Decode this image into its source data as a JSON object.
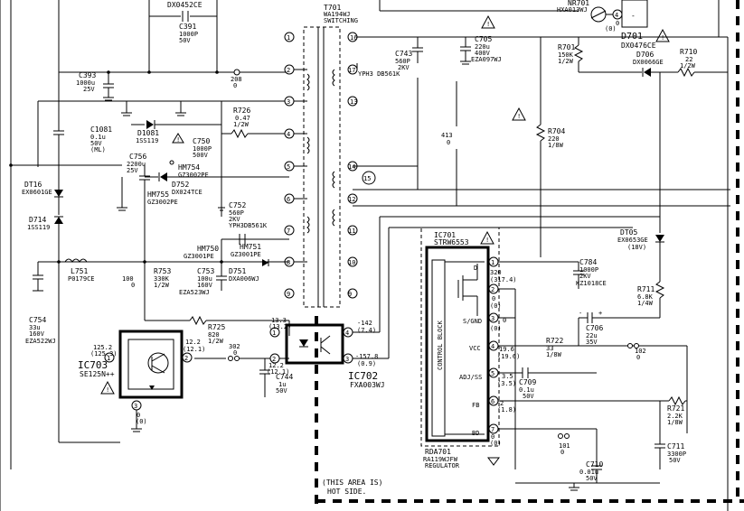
{
  "labels": {
    "dx0452ce": "DX0452CE",
    "c391": "C391",
    "c391_v": "1000P",
    "c391_v2": "50V",
    "t701": "T701",
    "t701_pn": "WA194WJ",
    "t701_fn": "SWITCHING",
    "nr701": "NR701",
    "nr701_pn": "HXA013WJ",
    "c393": "C393",
    "c393_v": "1000u",
    "c393_v2": "25V",
    "r208": "208",
    "r208_v": "0",
    "c1081": "C1081",
    "c1081_v": "0.1u",
    "c1081_v2": "50V",
    "c1081_v3": "(ML)",
    "d1081": "D1081",
    "d1081_pn": "1SS119",
    "r726": "R726",
    "r726_v": "0.47",
    "r726_v2": "1/2W",
    "c750": "C750",
    "c750_v": "1000P",
    "c750_v2": "500V",
    "c756": "C756",
    "c756_v": "2200u",
    "c756_v2": "25V",
    "hm754": "HM754",
    "hm754_pn": "GZ3002PE",
    "d752": "D752",
    "d752_pn": "DX024TCE",
    "hm755": "HM755",
    "hm755_pn": "GZ3002PE",
    "dt16": "DT16",
    "dt16_pn": "EX0601GE",
    "d714": "D714",
    "d714_pn": "1SS119",
    "c752": "C752",
    "c752_v": "560P",
    "c752_v2": "2KV",
    "c752_pn": "YPH3DB561K",
    "hm750": "HM750",
    "hm750_pn": "GZ3001PE",
    "hm751": "HM751",
    "hm751_pn": "GZ3001PE",
    "l751": "L751",
    "l751_pn": "P0179CE",
    "r100": "100",
    "r100_v": "0",
    "r753": "R753",
    "r753_v": "330K",
    "r753_v2": "1/2W",
    "c753": "C753",
    "c753_v": "100u",
    "c753_v2": "160V",
    "c753_pn": "EZA523WJ",
    "d751": "D751",
    "d751_pn": "DXA006WJ",
    "c754": "C754",
    "c754_v": "33u",
    "c754_v2": "160V",
    "c754_pn": "EZA522WJ",
    "r725": "R725",
    "r725_v": "820",
    "r725_v2": "1/2W",
    "r302": "302",
    "r302_v": "0",
    "c744": "C744",
    "c744_v": "1u",
    "c744_v2": "50V",
    "ic703": "IC703",
    "ic703_pn": "SE125N++",
    "ic702": "IC702",
    "ic702_pn": "FXA003WJ",
    "c743": "C743",
    "c743_v": "560P",
    "c743_v2": "2KV",
    "c743_pn": "YPH3 DB561K",
    "c705": "C705",
    "c705_v": "220u",
    "c705_v2": "400V",
    "c705_pn": "EZA097WJ",
    "r701": "R701",
    "r701_v": "150K",
    "r701_v2": "1/2W",
    "r704": "R704",
    "r704_v": "220",
    "r704_v2": "1/8W",
    "r413": "413",
    "r413_v": "0",
    "d701": "D701",
    "d701_pn": "DX0476CE",
    "r710": "R710",
    "r710_v": "22",
    "r710_v2": "1/2W",
    "d706": "D706",
    "d706_pn": "DX0066GE",
    "ic701": "IC701",
    "ic701_pn": "STRW6553",
    "c784": "C784",
    "c784_v": "1000P",
    "c784_v2": "2KV",
    "c784_pn": "KZ1018CE",
    "dt05": "DT05",
    "dt05_pn": "EX0653GE",
    "dt05_v": "(18V)",
    "r711": "R711",
    "r711_v": "6.8K",
    "r711_v2": "1/4W",
    "c706": "C706",
    "c706_v": "22u",
    "c706_v2": "35V",
    "r722": "R722",
    "r722_v": "33",
    "r722_v2": "1/8W",
    "r102": "102",
    "r102_v": "0",
    "c709": "C709",
    "c709_v": "0.1u",
    "c709_v2": "50V",
    "r721": "R721",
    "r721_v": "2.2K",
    "r721_v2": "1/8W",
    "r101": "101",
    "r101_v": "0",
    "c710": "C710",
    "c710_v": "0.01u",
    "c710_v2": "50V",
    "c711": "C711",
    "c711_v": "3300P",
    "c711_v2": "50V",
    "rda701": "RDA701",
    "rda701_pn": "RA119WJFW",
    "rda701_fn": "REGULATOR",
    "control_block": "CONTROL BLOCK",
    "pin_d": "D",
    "pin_sgnd": "S/GND",
    "pin_vcc": "VCC",
    "pin_adjss": "ADJ/SS",
    "pin_fb": "FB",
    "pin_bd": "BD",
    "hot_side_1": "(THIS AREA IS)",
    "hot_side_2": "HOT SIDE.",
    "minus": "-"
  },
  "voltages": {
    "v_ic701_1a": "320",
    "v_ic701_1b": "(317.4)",
    "v_ic701_2a": "0",
    "v_ic701_2b": "(0)",
    "v_ic701_3a": "0",
    "v_ic701_3b": "(0)",
    "v_ic701_4a": "19.6",
    "v_ic701_4b": "(19.6)",
    "v_ic701_5a": "3.5",
    "v_ic701_5b": "(3.5)",
    "v_ic701_6a": "2",
    "v_ic701_6b": "(1.8)",
    "v_ic701_7a": "0",
    "v_ic701_7b": "(0)",
    "v_ic702_1a": "13.3",
    "v_ic702_1b": "(13.2)",
    "v_ic702_4a": "-142",
    "v_ic702_4b": "(7.4)",
    "v_ic702_3a": "-157.8",
    "v_ic702_3b": "(0.9)",
    "v_ic702_2a": "12.2",
    "v_ic702_2b": "(12.1)",
    "v_ic703_1a": "125.2",
    "v_ic703_1b": "(125.3)",
    "v_ic703_2a": "12.2",
    "v_ic703_2b": "(12.1)",
    "v_ic703_3a": "0",
    "v_ic703_3b": "(0)",
    "v_nr_a": "0",
    "v_nr_b": "(0)"
  },
  "pin_numbers": {
    "p1": "1",
    "p2": "2",
    "p3": "3",
    "p4": "4",
    "p5": "5",
    "p6": "6",
    "p7": "7",
    "p8": "8",
    "p9": "9",
    "p10": "10",
    "p11": "11",
    "p12": "12",
    "p13": "13",
    "p14": "14",
    "p15": "15",
    "p16": "16",
    "p17": "17"
  },
  "colors": {
    "ink": "#000000",
    "paper": "#ffffff"
  }
}
